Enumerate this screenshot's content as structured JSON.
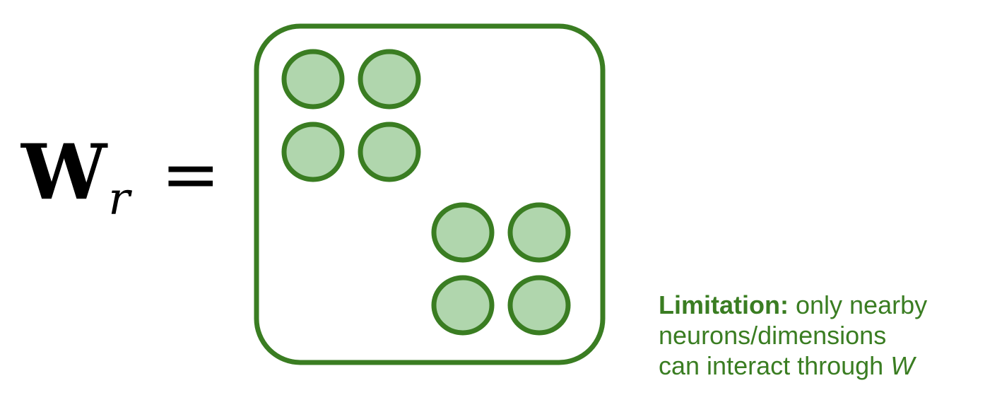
{
  "equation": {
    "symbol": "W",
    "subscript": "r",
    "sign": "="
  },
  "matrix": {
    "border_color": "#3a7d22",
    "circle_fill": "#b0d6ad",
    "circle_stroke": "#3a7d22",
    "blocks": [
      {
        "name": "top-left-block",
        "rows": 2,
        "cols": 2
      },
      {
        "name": "bottom-right-block",
        "rows": 2,
        "cols": 2
      }
    ]
  },
  "note": {
    "heading": "Limitation:",
    "line1_rest": " only nearby",
    "line2": "neurons/dimensions",
    "line3_prefix": "can interact through ",
    "line3_var": "W",
    "color": "#3a7d22"
  }
}
